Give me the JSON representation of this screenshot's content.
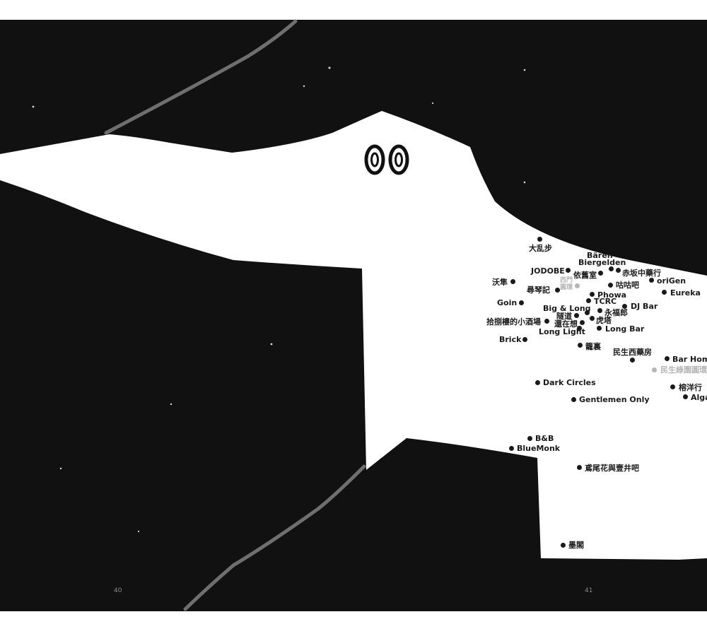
{
  "map": {
    "colors": {
      "background": "#111111",
      "land": "#ffffff",
      "road": "#6f6f6f",
      "label": "#1a1a1a",
      "station": "#b5b5b5",
      "page_number": "#8a8a8a"
    },
    "places": [
      {
        "name": "大乱步"
      },
      {
        "name": "Bären"
      },
      {
        "name": "Biergelden"
      },
      {
        "name": "JODOBE"
      },
      {
        "name": "依舊室"
      },
      {
        "name": "赤坂中藥行"
      },
      {
        "name": "oriGen"
      },
      {
        "name": "沃隼"
      },
      {
        "name": "尋琴記"
      },
      {
        "name": "咕咕吧"
      },
      {
        "name": "Eureka"
      },
      {
        "name": "Phowa"
      },
      {
        "name": "TCRC"
      },
      {
        "name": "Goin"
      },
      {
        "name": "Big & Long"
      },
      {
        "name": "DJ Bar"
      },
      {
        "name": "永福郎"
      },
      {
        "name": "隧道"
      },
      {
        "name": "虎塔"
      },
      {
        "name": "拾捌樓的小酒場"
      },
      {
        "name": "還在想"
      },
      {
        "name": "Long Light"
      },
      {
        "name": "Long Bar"
      },
      {
        "name": "Brick"
      },
      {
        "name": "籠裏"
      },
      {
        "name": "民生西藥房"
      },
      {
        "name": "Bar Home"
      },
      {
        "name": "Dark Circles"
      },
      {
        "name": "榕洋行"
      },
      {
        "name": "Gentlemen Only"
      },
      {
        "name": "Alga"
      },
      {
        "name": "B&B"
      },
      {
        "name": "BlueMonk"
      },
      {
        "name": "鳶尾花與壹井吧"
      },
      {
        "name": "墨閣"
      }
    ],
    "stations": [
      {
        "name": "西門\n圓環"
      },
      {
        "name": "民生綠園圓環"
      }
    ],
    "page_numbers": {
      "left": "40",
      "right": "41"
    }
  }
}
